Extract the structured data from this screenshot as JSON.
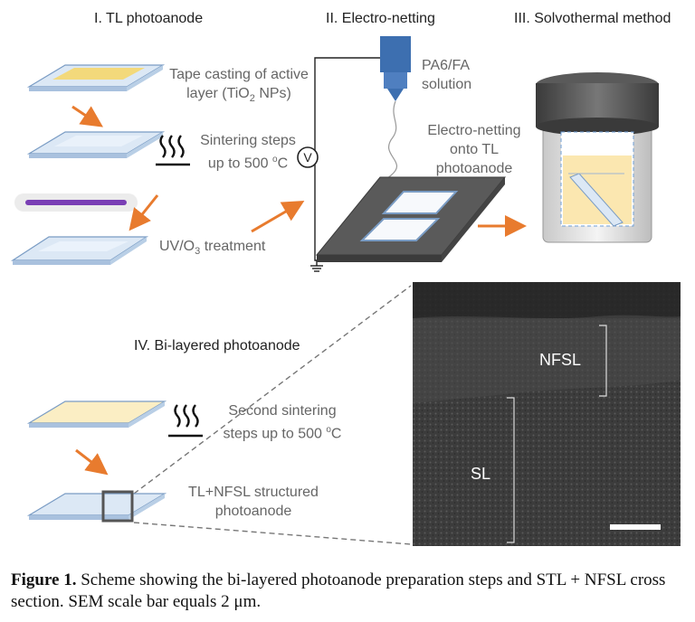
{
  "sections": {
    "s1": "I. TL photoanode",
    "s2": "II. Electro-netting",
    "s3": "III. Solvothermal method",
    "s4": "IV. Bi-layered photoanode"
  },
  "steps": {
    "tape_line1": "Tape casting of active",
    "tape_line2_pre": "layer (TiO",
    "tape_line2_sub": "2",
    "tape_line2_post": " NPs)",
    "sinter_line1": "Sintering steps",
    "sinter_line2_pre": "up to 500 ",
    "sinter_line2_sup": "o",
    "sinter_line2_post": "C",
    "uv_pre": "UV/O",
    "uv_sub": "3",
    "uv_post": " treatment",
    "solution_line1": "PA6/FA",
    "solution_line2": "solution",
    "netting_line1": "Electro-netting",
    "netting_line2": "onto TL",
    "netting_line3": "photoanode",
    "voltmeter": "V",
    "second_line1": "Second sintering",
    "second_line2_pre": "steps up to 500 ",
    "second_line2_sup": "o",
    "second_line2_post": "C",
    "structured_line1": "TL+NFSL structured",
    "structured_line2": "photoanode"
  },
  "sem": {
    "nfsl": "NFSL",
    "sl": "SL"
  },
  "caption": {
    "label": "Figure 1.",
    "text": "Scheme showing the bi-layered photoanode preparation steps and STL + NFSL cross section. SEM scale bar equals 2 μm."
  },
  "colors": {
    "arrow": "#e87b2e",
    "glass_blue": "#c5d8ee",
    "active_layer": "#f5d76e",
    "uv_lamp": "#7a3fb5",
    "needle": "#3d6fb0",
    "autoclave": "#555555"
  }
}
